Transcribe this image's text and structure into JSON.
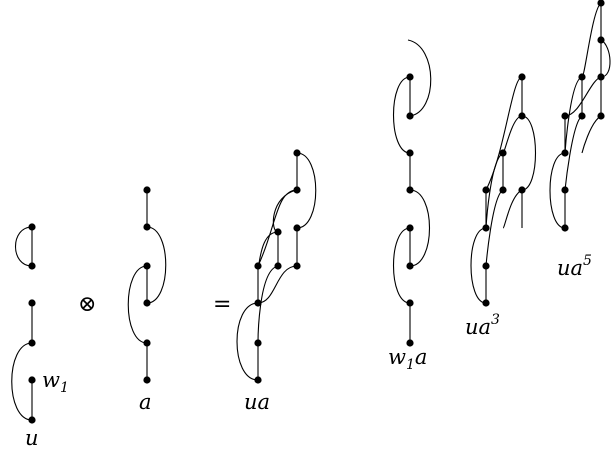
{
  "operators": {
    "tensor": "⊗",
    "equals": "="
  },
  "labels": {
    "u": "u",
    "w1": "w",
    "w1_sub": "1",
    "a": "a",
    "ua": "ua",
    "w1a": "w",
    "w1a_sub": "1",
    "w1a_tail": "a",
    "ua3": "ua",
    "ua3_sup": "3",
    "ua5": "ua",
    "ua5_sup": "5"
  }
}
